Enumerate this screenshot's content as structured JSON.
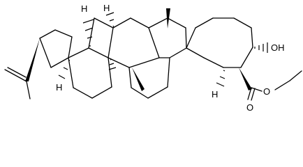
{
  "molecule": {
    "atoms": {
      "h_c18": "H",
      "h_c9": "H",
      "h_c13": "H",
      "h_c5": "H",
      "oh_hydroxyl": "OH",
      "o_carbonyl": "O",
      "o_ester": "O"
    }
  },
  "colors": {
    "bond": "#000000",
    "background": "#ffffff"
  }
}
